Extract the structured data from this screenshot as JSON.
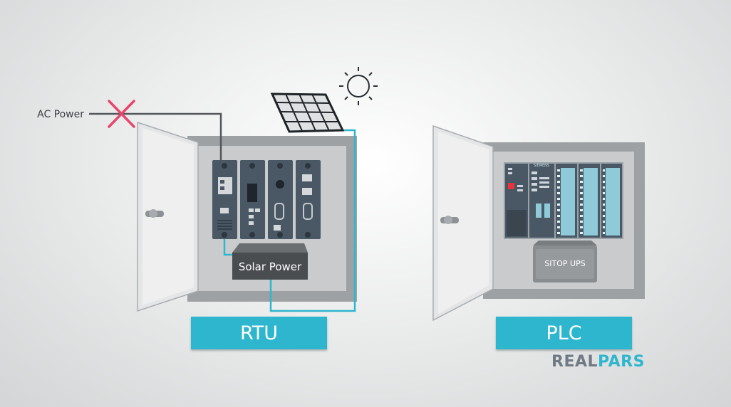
{
  "left_enclosure": {
    "ac_power_label": "AC Power",
    "solar_power_label": "Solar Power",
    "label": "RTU"
  },
  "right_enclosure": {
    "plc_brand_text": "SIEMENS",
    "ups_label": "SITOP UPS",
    "label": "PLC"
  },
  "logo": {
    "part1": "REAL",
    "part2": "PARS"
  },
  "colors": {
    "accent": "#2fb6cf",
    "cross": "#e8456b",
    "cabinet": "#9ea1a4",
    "module": "#4a5866"
  }
}
